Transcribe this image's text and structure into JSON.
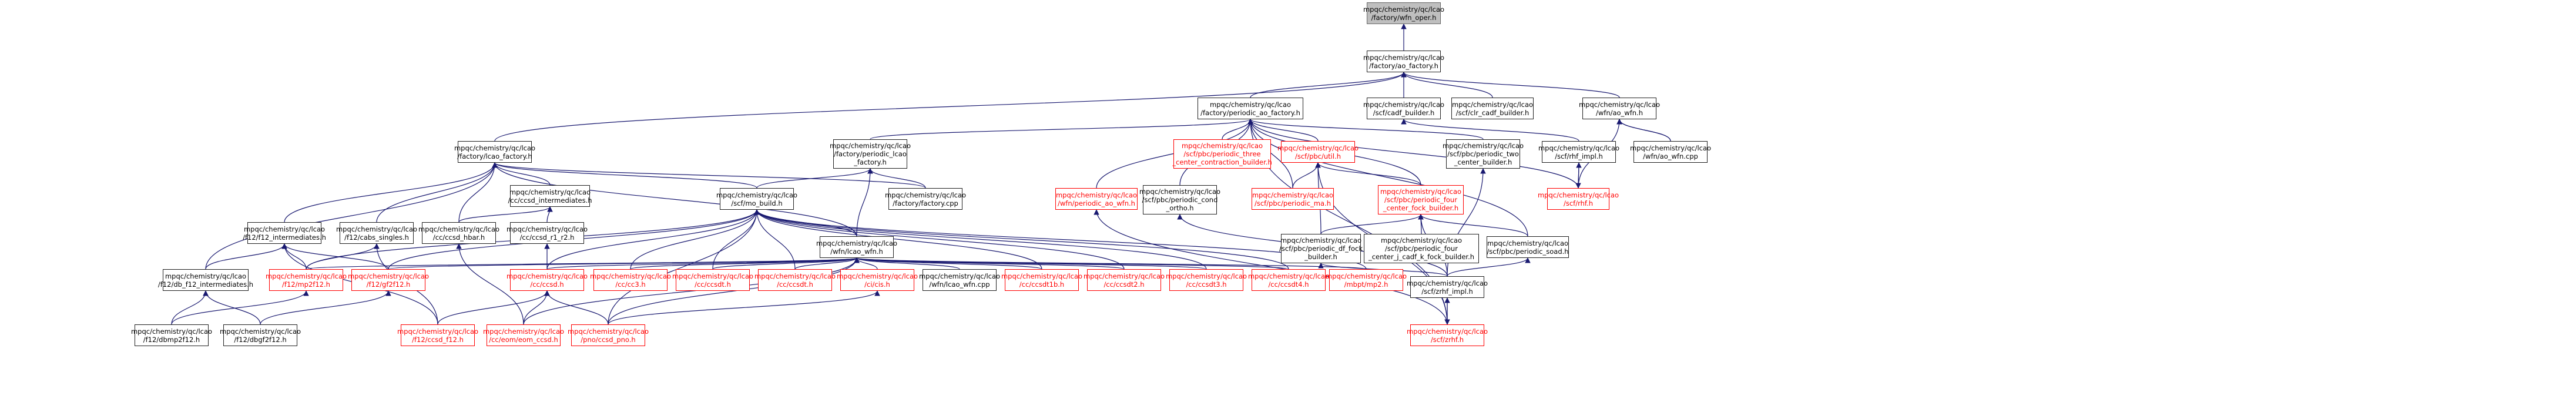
{
  "title": "mpqc/chemistry/qc/lcao/factory/ao_factory.h",
  "nodes": {
    "root": {
      "l1": "mpqc/chemistry/qc/lcao",
      "l2": "/factory/wfn_oper.h",
      "l3": ""
    },
    "aofac": {
      "l1": "mpqc/chemistry/qc/lcao",
      "l2": "/factory/ao_factory.h",
      "l3": ""
    },
    "pao": {
      "l1": "mpqc/chemistry/qc/lcao",
      "l2": "/factory/periodic_ao_factory.h",
      "l3": ""
    },
    "cadfb": {
      "l1": "mpqc/chemistry/qc/lcao",
      "l2": "/scf/cadf_builder.h",
      "l3": ""
    },
    "clrc": {
      "l1": "mpqc/chemistry/qc/lcao",
      "l2": "/scf/clr_cadf_builder.h",
      "l3": ""
    },
    "aowfn": {
      "l1": "mpqc/chemistry/qc/lcao",
      "l2": "/wfn/ao_wfn.h",
      "l3": ""
    },
    "lcaof": {
      "l1": "mpqc/chemistry/qc/lcao",
      "l2": "/factory/lcao_factory.h",
      "l3": ""
    },
    "plcao": {
      "l1": "mpqc/chemistry/qc/lcao",
      "l2": "/factory/periodic_lcao",
      "l3": "_factory.h"
    },
    "pt3c": {
      "l1": "mpqc/chemistry/qc/lcao",
      "l2": "/scf/pbc/periodic_three",
      "l3": "_center_contraction_builder.h"
    },
    "pscfu": {
      "l1": "mpqc/chemistry/qc/lcao",
      "l2": "/scf/pbc/util.h",
      "l3": ""
    },
    "ptwo": {
      "l1": "mpqc/chemistry/qc/lcao",
      "l2": "/scf/pbc/periodic_two",
      "l3": "_center_builder.h"
    },
    "zrhf": {
      "l1": "mpqc/chemistry/qc/lcao",
      "l2": "/scf/rhf_impl.h",
      "l3": ""
    },
    "aowcp": {
      "l1": "mpqc/chemistry/qc/lcao",
      "l2": "/wfn/ao_wfn.cpp",
      "l3": ""
    },
    "pw": {
      "l1": "mpqc/chemistry/qc/lcao",
      "l2": "/wfn/periodic_ao_wfn.h",
      "l3": ""
    },
    "pcond": {
      "l1": "mpqc/chemistry/qc/lcao",
      "l2": "/scf/pbc/periodic_cond",
      "l3": "_ortho.h"
    },
    "pma": {
      "l1": "mpqc/chemistry/qc/lcao",
      "l2": "/scf/pbc/periodic_ma.h",
      "l3": ""
    },
    "pfour": {
      "l1": "mpqc/chemistry/qc/lcao",
      "l2": "/scf/pbc/periodic_four",
      "l3": "_center_fock_builder.h"
    },
    "rhfh": {
      "l1": "mpqc/chemistry/qc/lcao",
      "l2": "/scf/rhf.h",
      "l3": ""
    },
    "f12int": {
      "l1": "mpqc/chemistry/qc/lcao",
      "l2": "/f12/f12_intermediates.h",
      "l3": ""
    },
    "cabs": {
      "l1": "mpqc/chemistry/qc/lcao",
      "l2": "/f12/cabs_singles.h",
      "l3": ""
    },
    "ccint": {
      "l1": "mpqc/chemistry/qc/lcao",
      "l2": "/cc/ccsd_intermediates.h",
      "l3": ""
    },
    "mob": {
      "l1": "mpqc/chemistry/qc/lcao",
      "l2": "/scf/mo_build.h",
      "l3": ""
    },
    "fcpp": {
      "l1": "mpqc/chemistry/qc/lcao",
      "l2": "/factory/factory.cpp",
      "l3": ""
    },
    "pdf": {
      "l1": "mpqc/chemistry/qc/lcao",
      "l2": "/scf/pbc/periodic_df_fock",
      "l3": "_builder.h"
    },
    "pfcad": {
      "l1": "mpqc/chemistry/qc/lcao",
      "l2": "/scf/pbc/periodic_four",
      "l3": "_center_j_cadf_k_fock_builder.h"
    },
    "psoad": {
      "l1": "mpqc/chemistry/qc/lcao",
      "l2": "/scf/pbc/periodic_soad.h",
      "l3": ""
    },
    "hbar": {
      "l1": "mpqc/chemistry/qc/lcao",
      "l2": "/cc/ccsd_hbar.h",
      "l3": ""
    },
    "r12": {
      "l1": "mpqc/chemistry/qc/lcao",
      "l2": "/cc/ccsd_r1_r2.h",
      "l3": ""
    },
    "wfnh": {
      "l1": "mpqc/chemistry/qc/lcao",
      "l2": "/wfn/lcao_wfn.h",
      "l3": ""
    },
    "dbf12": {
      "l1": "mpqc/chemistry/qc/lcao",
      "l2": "/f12/db_f12_intermediates.h",
      "l3": ""
    },
    "mp2f12": {
      "l1": "mpqc/chemistry/qc/lcao",
      "l2": "/f12/mp2f12.h",
      "l3": ""
    },
    "gf2f12": {
      "l1": "mpqc/chemistry/qc/lcao",
      "l2": "/f12/gf2f12.h",
      "l3": ""
    },
    "ccsdh": {
      "l1": "mpqc/chemistry/qc/lcao",
      "l2": "/cc/ccsd.h",
      "l3": ""
    },
    "cc3": {
      "l1": "mpqc/chemistry/qc/lcao",
      "l2": "/cc/cc3.h",
      "l3": ""
    },
    "dlpno": {
      "l1": "mpqc/chemistry/qc/lcao",
      "l2": "/cc/ccsdt.h",
      "l3": ""
    },
    "ccsdt": {
      "l1": "mpqc/chemistry/qc/lcao",
      "l2": "/cc/ccsdt.h",
      "l3": ""
    },
    "cis": {
      "l1": "mpqc/chemistry/qc/lcao",
      "l2": "/ci/cis.h",
      "l3": ""
    },
    "lwcpp": {
      "l1": "mpqc/chemistry/qc/lcao",
      "l2": "/wfn/lcao_wfn.cpp",
      "l3": ""
    },
    "t1b": {
      "l1": "mpqc/chemistry/qc/lcao",
      "l2": "/cc/ccsdt1b.h",
      "l3": ""
    },
    "t2": {
      "l1": "mpqc/chemistry/qc/lcao",
      "l2": "/cc/ccsdt2.h",
      "l3": ""
    },
    "t3": {
      "l1": "mpqc/chemistry/qc/lcao",
      "l2": "/cc/ccsdt3.h",
      "l3": ""
    },
    "t4": {
      "l1": "mpqc/chemistry/qc/lcao",
      "l2": "/cc/ccsdt4.h",
      "l3": ""
    },
    "mbpt": {
      "l1": "mpqc/chemistry/qc/lcao",
      "l2": "/mbpt/mp2.h",
      "l3": ""
    },
    "rhfi": {
      "l1": "mpqc/chemistry/qc/lcao",
      "l2": "/scf/zrhf_impl.h",
      "l3": ""
    },
    "dbmp": {
      "l1": "mpqc/chemistry/qc/lcao",
      "l2": "/f12/dbmp2f12.h",
      "l3": ""
    },
    "dbgf": {
      "l1": "mpqc/chemistry/qc/lcao",
      "l2": "/f12/dbgf2f12.h",
      "l3": ""
    },
    "ccf12": {
      "l1": "mpqc/chemistry/qc/lcao",
      "l2": "/f12/ccsd_f12.h",
      "l3": ""
    },
    "eom": {
      "l1": "mpqc/chemistry/qc/lcao",
      "l2": "/cc/eom/eom_ccsd.h",
      "l3": ""
    },
    "pno": {
      "l1": "mpqc/chemistry/qc/lcao",
      "l2": "/pno/ccsd_pno.h",
      "l3": ""
    },
    "zrhfh": {
      "l1": "mpqc/chemistry/qc/lcao",
      "l2": "/scf/zrhf.h",
      "l3": ""
    }
  },
  "colors": {
    "edge": "#191970",
    "red_node": "#ff0000",
    "root_fill": "#bfbfbf"
  }
}
